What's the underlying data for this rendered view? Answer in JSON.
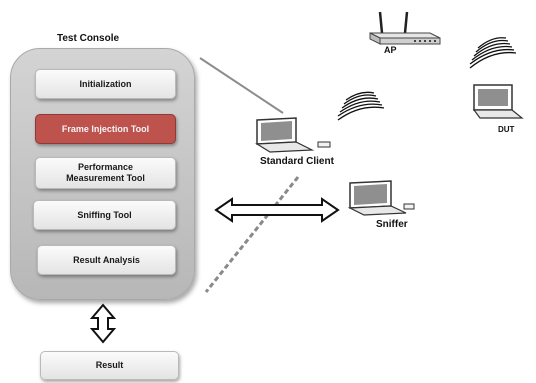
{
  "console": {
    "title": "Test Console",
    "modules": [
      "Initialization",
      "Frame Injection Tool",
      "Performance\nMeasurement Tool",
      "Sniffing Tool",
      "Result Analysis"
    ],
    "highlighted_module": "Frame Injection Tool",
    "highlight_color": "#be524d"
  },
  "result": {
    "label": "Result"
  },
  "devices": {
    "ap": "AP",
    "dut": "DUT",
    "standard_client": "Standard Client",
    "sniffer": "Sniffer"
  },
  "icons": {
    "ap": "wireless-router-icon",
    "dut": "laptop-icon",
    "standard_client": "laptop-icon",
    "sniffer": "laptop-icon",
    "signal": "wifi-signal-icon"
  },
  "connectors": {
    "console_to_result": "double-arrow-vertical",
    "console_to_sniffer": "double-arrow-horizontal"
  }
}
